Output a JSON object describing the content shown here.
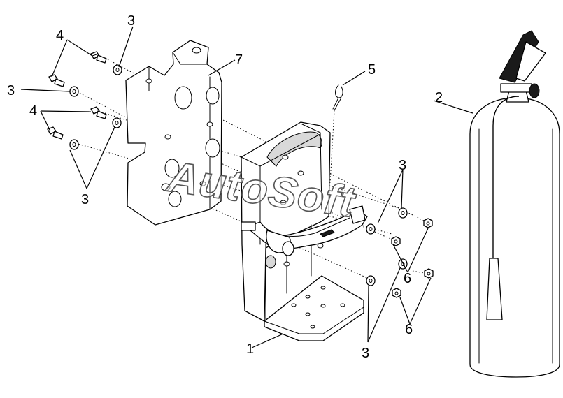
{
  "diagram": {
    "type": "exploded-parts-diagram",
    "watermark": "AutoSoft",
    "callouts": [
      {
        "label": "1"
      },
      {
        "label": "2"
      },
      {
        "label": "3"
      },
      {
        "label": "3"
      },
      {
        "label": "3"
      },
      {
        "label": "3"
      },
      {
        "label": "3"
      },
      {
        "label": "4"
      },
      {
        "label": "4"
      },
      {
        "label": "5"
      },
      {
        "label": "6"
      },
      {
        "label": "6"
      },
      {
        "label": "7"
      }
    ]
  }
}
